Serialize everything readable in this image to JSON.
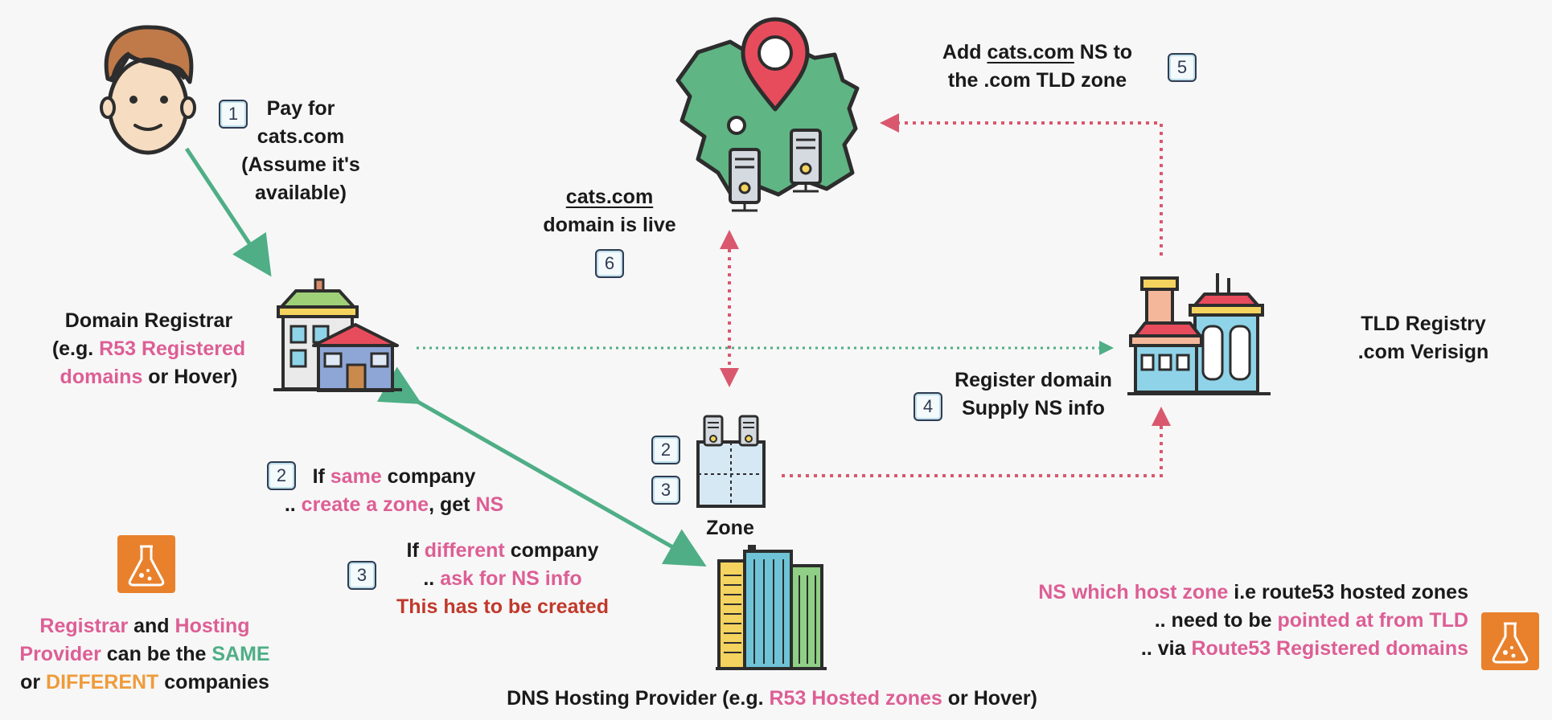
{
  "step1": {
    "badge": "1",
    "lines": [
      "Pay for",
      "cats.com",
      "(Assume it's",
      "available)"
    ]
  },
  "step5": {
    "badge": "5",
    "line1_pre": "Add ",
    "line1_domain": "cats.com",
    "line1_post": " NS to",
    "line2": "the .com TLD zone"
  },
  "step6": {
    "badge": "6",
    "line1": "cats.com",
    "line2": "domain is live"
  },
  "registrar": {
    "line1": "Domain Registrar",
    "line2_pre": "(e.g. ",
    "line2_pink": "R53 Registered",
    "line3_pink": "domains",
    "line3_post": " or Hover)"
  },
  "tld": {
    "line1": "TLD Registry",
    "line2": ".com Verisign"
  },
  "step4": {
    "badge": "4",
    "line1": "Register domain",
    "line2": "Supply NS info"
  },
  "zone": {
    "label": "Zone",
    "badge_a": "2",
    "badge_b": "3"
  },
  "step2": {
    "badge": "2",
    "line1_pre": "If ",
    "line1_pink": "same",
    "line1_post": " company",
    "line2_pre": ".. ",
    "line2_pink1": "create a zone",
    "line2_mid": ", get ",
    "line2_pink2": "NS"
  },
  "step3": {
    "badge": "3",
    "line1_pre": "If ",
    "line1_pink": "different",
    "line1_post": " company",
    "line2_pre": ".. ",
    "line2_pink": "ask for NS info",
    "line3_red": "This has to be created"
  },
  "same_note": {
    "l1_pink1": "Registrar",
    "l1_mid": " and ",
    "l1_pink2": "Hosting",
    "l2_pink": "Provider",
    "l2_mid": " can be the ",
    "l2_green": "SAME",
    "l3_pre": "or ",
    "l3_orange": "DIFFERENT",
    "l3_post": " companies"
  },
  "ns_note": {
    "l1_pink": "NS which host zone",
    "l1_post": " i.e route53 hosted zones",
    "l2_pre": ".. need to be ",
    "l2_pink": "pointed at from TLD",
    "l3_pre": ".. via ",
    "l3_pink": "Route53 Registered domains"
  },
  "dns_provider": {
    "pre": "DNS Hosting Provider (e.g. ",
    "pink": "R53 Hosted zones",
    "post": " or Hover)"
  },
  "colors": {
    "pink": "#dd5e95",
    "green": "#4fae86",
    "orange": "#ef9b3b",
    "red": "#c0392b",
    "teal": "#57b08a"
  },
  "icons": [
    "person-icon",
    "map-pin-icon",
    "server-icon",
    "registrar-building-icon",
    "tld-factory-icon",
    "zone-icon",
    "skyscraper-icon",
    "flask-icon"
  ]
}
